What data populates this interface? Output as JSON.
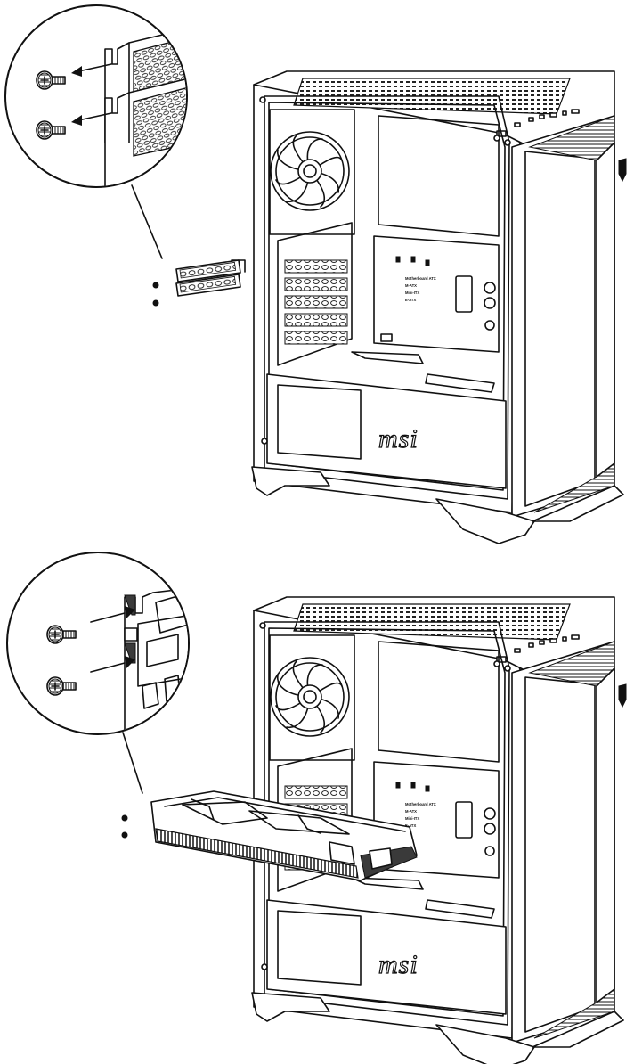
{
  "brand": {
    "logo_text": "msi"
  },
  "mobo_support_labels": [
    "Motherboard ATX",
    "M-ATX",
    "Mini-ITX",
    "E-ATX"
  ],
  "steps": [
    {
      "id": "step-1",
      "action": "remove-slot-covers",
      "screw_count": 2
    },
    {
      "id": "step-2",
      "action": "install-graphics-card",
      "screw_count": 2
    }
  ]
}
